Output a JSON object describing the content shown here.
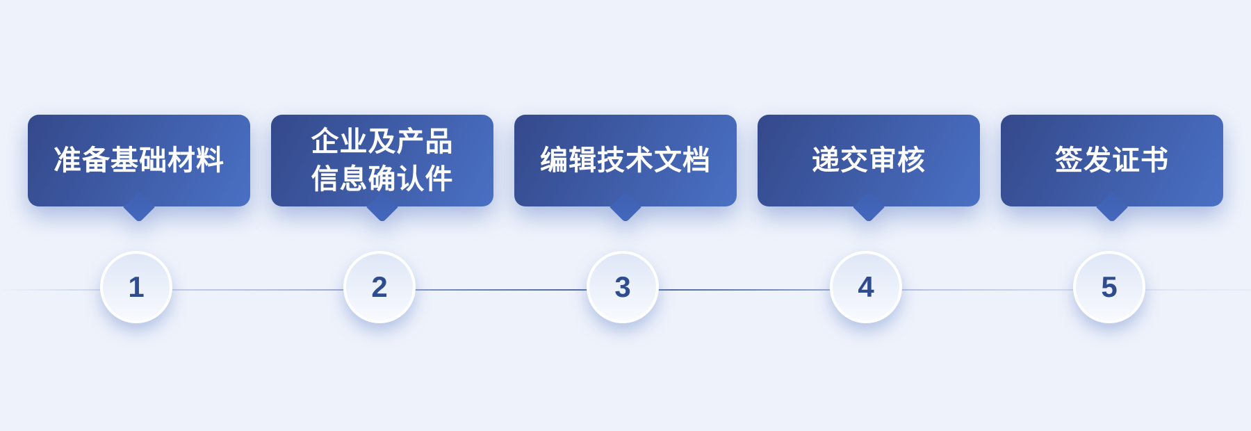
{
  "steps": [
    {
      "number": "1",
      "label": "准备基础材料"
    },
    {
      "number": "2",
      "label": "企业及产品\n信息确认件"
    },
    {
      "number": "3",
      "label": "编辑技术文档"
    },
    {
      "number": "4",
      "label": "递交审核"
    },
    {
      "number": "5",
      "label": "签发证书"
    }
  ],
  "colors": {
    "background": "#eef2fb",
    "bubble_gradient_start": "#34498b",
    "bubble_gradient_end": "#4a70c4",
    "bubble_text": "#ffffff",
    "circle_border": "#ffffff",
    "circle_fill_top": "#dfe7f7",
    "circle_fill_bottom": "#f8fafe",
    "number_text": "#2f4c8e",
    "connector": "#47619e"
  }
}
